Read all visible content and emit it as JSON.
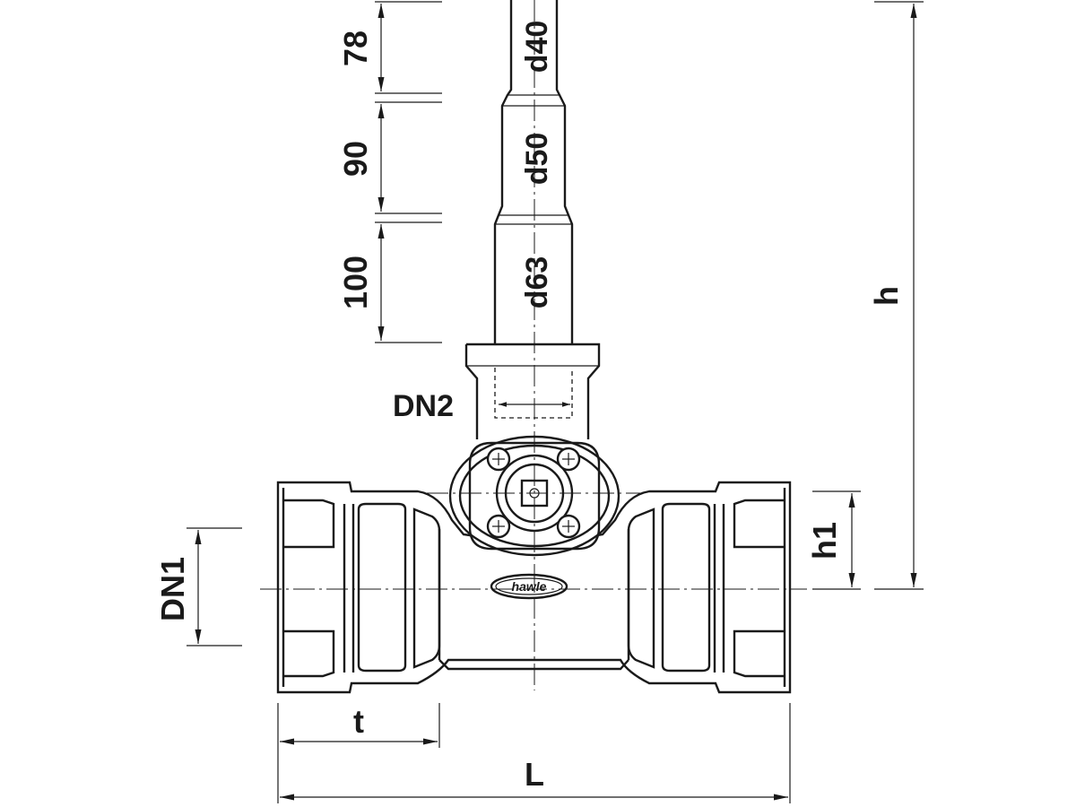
{
  "dimensions": {
    "seg_78": "78",
    "seg_90": "90",
    "seg_100": "100",
    "d40": "d40",
    "d50": "d50",
    "d63": "d63",
    "dn2": "DN2",
    "dn1": "DN1",
    "h": "h",
    "h1": "h1",
    "t": "t",
    "L": "L"
  },
  "logo_text": "hawle"
}
